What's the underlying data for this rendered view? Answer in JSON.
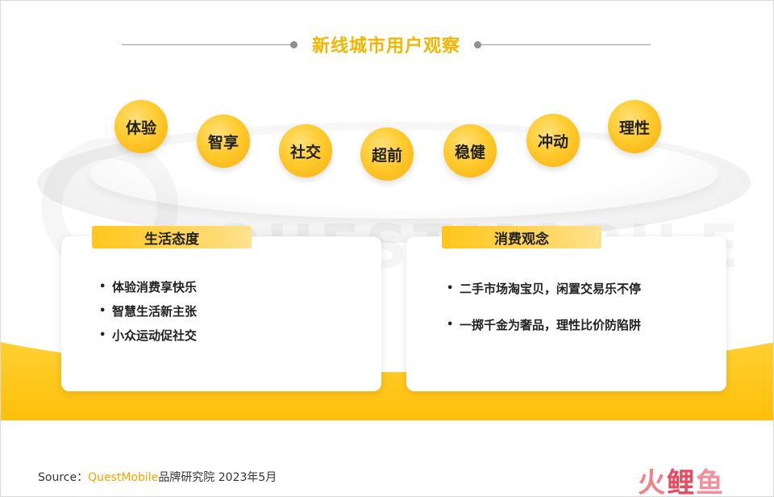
{
  "title": "新线城市用户观察",
  "watermark": "QUESTMOBILE",
  "keywords": [
    "体验",
    "智享",
    "社交",
    "超前",
    "稳健",
    "冲动",
    "理性"
  ],
  "cards": {
    "left": {
      "label": "生活态度",
      "items": [
        "体验消费享快乐",
        "智慧生活新主张",
        "小众运动促社交"
      ]
    },
    "right": {
      "label": "消费观念",
      "items": [
        "二手市场淘宝贝，闲置交易乐不停",
        "一掷千金为奢品，理性比价防陷阱"
      ]
    }
  },
  "footer": {
    "source_label": "Source：",
    "source_brand": "QuestMobile",
    "source_rest": "品牌研究院 2023年5月"
  },
  "logo": {
    "c1": "火",
    "c2": "鲤",
    "c3": "鱼"
  },
  "colors": {
    "accent": "#f2b600",
    "bubble": "#ffcb2e",
    "wave": "#ffc20e"
  }
}
